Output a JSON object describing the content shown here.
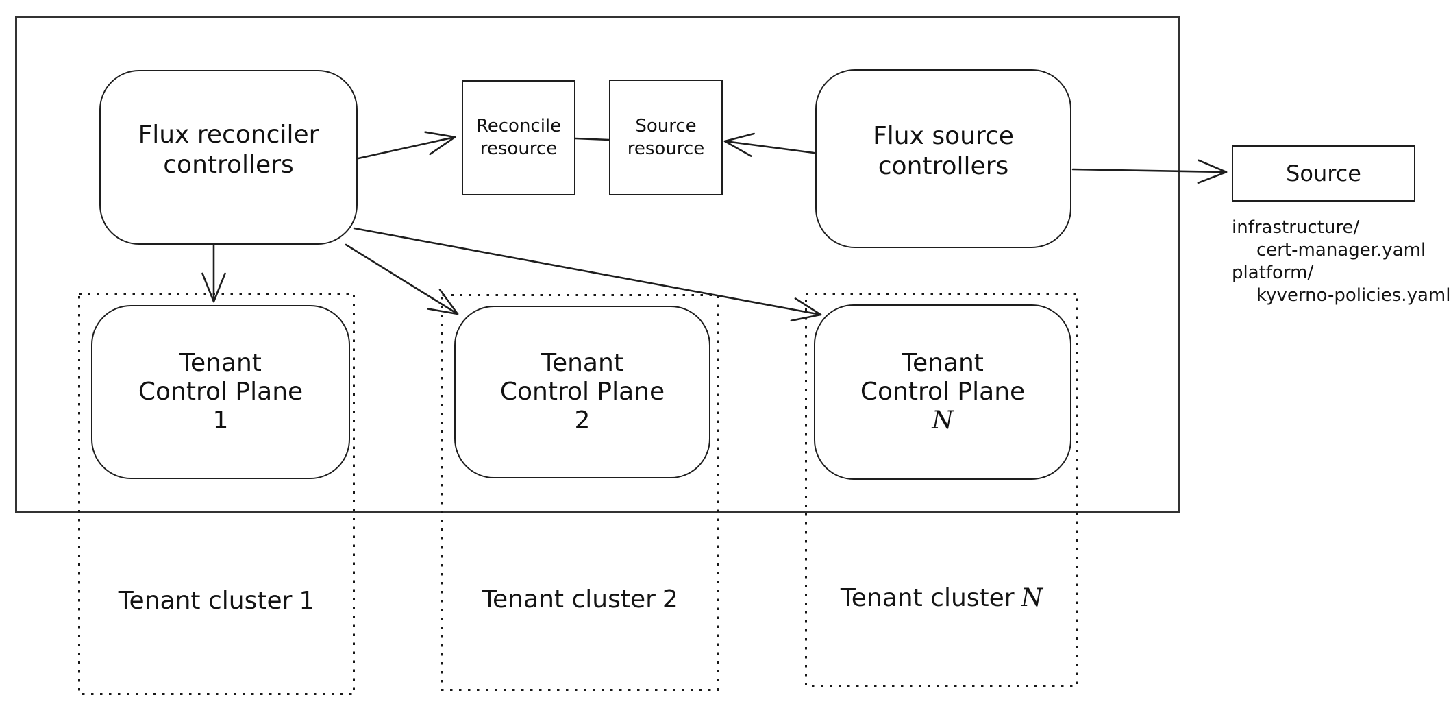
{
  "colors": {
    "ink": "#1e1e1e",
    "boundary": "#333333",
    "background": "#ffffff"
  },
  "nodes": {
    "flux_reconciler": {
      "lines": [
        "Flux reconciler",
        "controllers"
      ]
    },
    "reconcile_resource": {
      "lines": [
        "Reconcile",
        "resource"
      ]
    },
    "source_resource": {
      "lines": [
        "Source",
        "resource"
      ]
    },
    "flux_source": {
      "lines": [
        "Flux source",
        "controllers"
      ]
    },
    "source": {
      "label": "Source"
    }
  },
  "source_listing": {
    "lines": [
      "infrastructure/",
      "cert-manager.yaml",
      "platform/",
      "kyverno-policies.yaml"
    ]
  },
  "tenant_control_planes": [
    {
      "line1": "Tenant",
      "line2": "Control Plane",
      "id": "1",
      "italic": "false"
    },
    {
      "line1": "Tenant",
      "line2": "Control Plane",
      "id": "2",
      "italic": "false"
    },
    {
      "line1": "Tenant",
      "line2": "Control Plane",
      "id": "N",
      "italic": "true"
    }
  ],
  "tenant_clusters": [
    {
      "label": "Tenant cluster",
      "id": "1",
      "italic": "false"
    },
    {
      "label": "Tenant cluster",
      "id": "2",
      "italic": "false"
    },
    {
      "label": "Tenant cluster",
      "id": "N",
      "italic": "true"
    }
  ]
}
